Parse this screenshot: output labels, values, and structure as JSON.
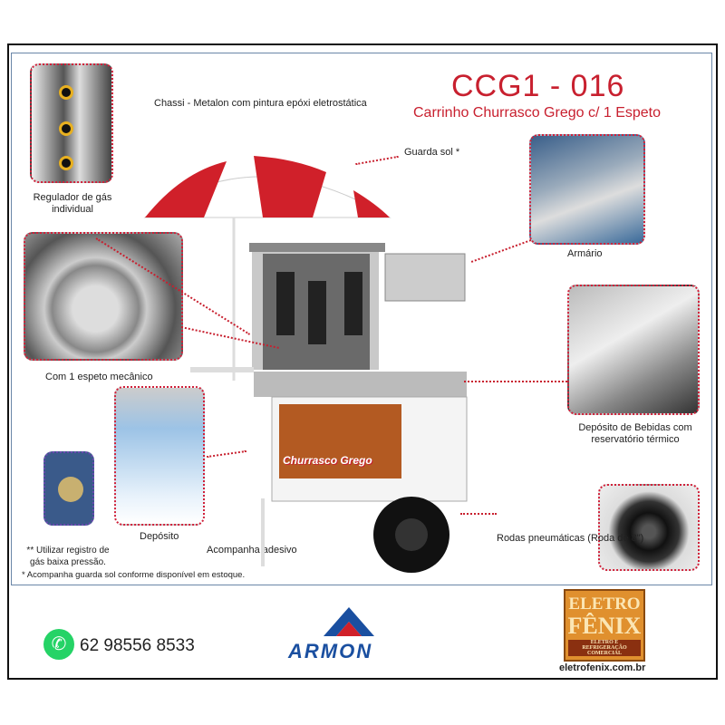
{
  "header": {
    "title": "CCG1 - 016",
    "subtitle": "Carrinho Churrasco Grego c/ 1 Espeto"
  },
  "labels": {
    "chassi": "Chassi - Metalon com pintura epóxi eletrostática",
    "guarda_sol": "Guarda sol *",
    "regulador": "Regulador de gás individual",
    "armario": "Armário",
    "espeto": "Com 1 espeto mecânico",
    "deposito_bebidas": "Depósito de Bebidas com reservatório térmico",
    "deposito": "Depósito",
    "adesivo": "Acompanha adesivo",
    "rodas": "Rodas pneumáticas (Roda de 8\")",
    "cart_sticker": "Churrasco Grego"
  },
  "notes": {
    "gas": "** Utilizar registro de gás baixa pressão.",
    "umbrella": "* Acompanha guarda sol conforme disponível em estoque."
  },
  "footer": {
    "phone": "62 98556 8533",
    "brand": "ARMON",
    "partner_line1": "ELETRO",
    "partner_line2": "FÊNIX",
    "partner_tagline": "ELETRO E REFRIGERAÇÃO COMERCIAL",
    "website": "eletrofenix.com.br"
  },
  "colors": {
    "accent": "#c8202f",
    "armon_blue": "#1a4fa0",
    "whatsapp": "#25d366"
  }
}
